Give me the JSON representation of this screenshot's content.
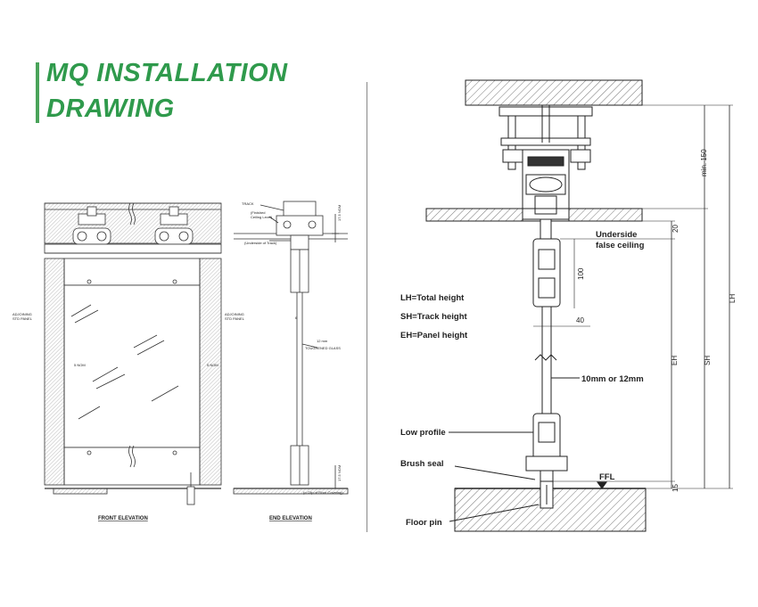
{
  "title": {
    "line1": "MQ INSTALLATION",
    "line2": "DRAWING"
  },
  "colors": {
    "accent": "#2f9a4c",
    "line": "#222222"
  },
  "front_elevation": {
    "caption": "FRONT ELEVATION",
    "adjoining_left": [
      "ADJOINING",
      "STD PANEL"
    ],
    "adjoining_right": [
      "ADJOINING",
      "STD PANEL"
    ],
    "gap_left": "5 NOM",
    "gap_right": "5 NOM"
  },
  "end_elevation": {
    "caption": "END ELEVATION",
    "track": "TRACK",
    "finished_ceiling": [
      "(Finished",
      "Ceiling Level)"
    ],
    "underside_track": "(Underside of Track)",
    "glass": [
      "12 mm",
      "TOUGHENED GLASS"
    ],
    "floor_covering": "(o Clip of Floor Covering)",
    "top_dim": "17.5 NOM",
    "bottom_dim": "17.5 NOM",
    "dim_6": "6"
  },
  "section": {
    "legend": [
      "LH=Total height",
      "SH=Track height",
      "EH=Panel height"
    ],
    "underside": [
      "Underside",
      "false ceiling"
    ],
    "thickness": "10mm or 12mm",
    "low_profile": "Low profile",
    "brush_seal": "Brush seal",
    "floor_pin": "Floor pin",
    "ffl": "FFL",
    "dims": {
      "min150": "min. 150",
      "d20": "20",
      "d100": "100",
      "d40": "40",
      "d15": "15",
      "eh": "EH",
      "sh": "SH",
      "lh": "LH"
    }
  }
}
